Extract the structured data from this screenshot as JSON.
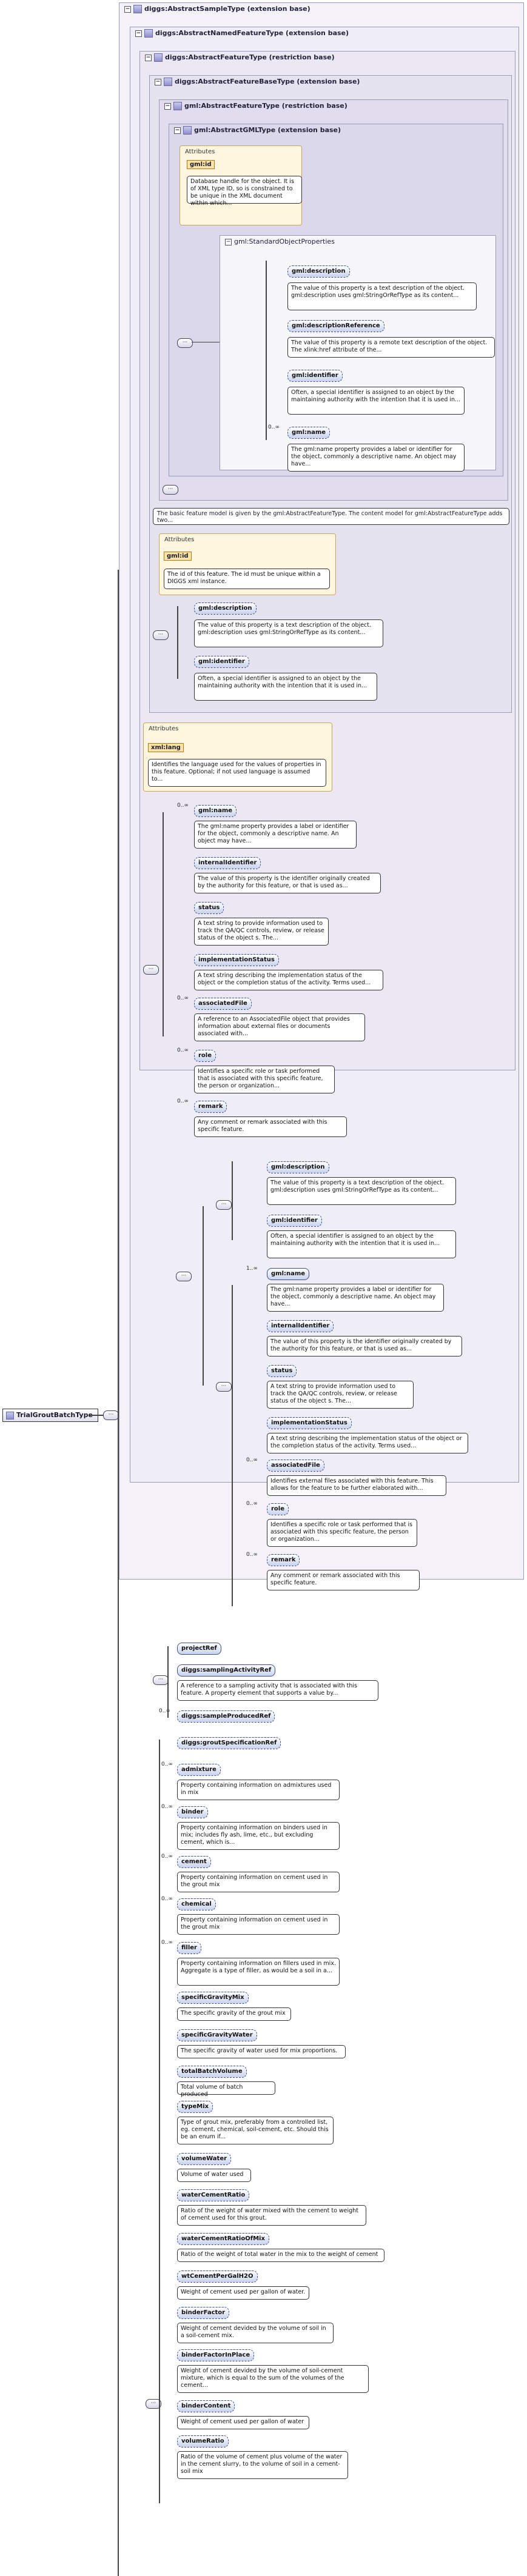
{
  "root": {
    "label": "TrialGroutBatchType"
  },
  "frames": [
    {
      "label": "diggs:AbstractSampleType (extension base)"
    },
    {
      "label": "diggs:AbstractNamedFeatureType (extension base)"
    },
    {
      "label": "diggs:AbstractFeatureType (restriction base)"
    },
    {
      "label": "diggs:AbstractFeatureBaseType (extension base)"
    },
    {
      "label": "gml:AbstractFeatureType (restriction base)"
    },
    {
      "label": "gml:AbstractGMLType (extension base)"
    }
  ],
  "attributes_label": "Attributes",
  "gml_block": {
    "attr": "gml:id",
    "attr_desc": "Database handle for the object. It is of XML type ID, so is constrained to be unique in the XML document within which...",
    "group": "gml:StandardObjectProperties",
    "items": [
      {
        "name": "gml:description",
        "desc": "The value of this property is a text description of the object. gml:description uses gml:StringOrRefType as its content..."
      },
      {
        "name": "gml:descriptionReference",
        "desc": "The value of this property is a remote text description of the object. The xlink:href attribute of the..."
      },
      {
        "name": "gml:identifier",
        "desc": "Often, a special identifier is assigned to an object by the maintaining authority with the intention that it is used in..."
      },
      {
        "name": "gml:name",
        "mult": "0..∞",
        "desc": "The gml:name property provides a label or identifier for the object, commonly a descriptive name. An object may have..."
      }
    ]
  },
  "feature_note": "The basic feature model is given by the gml:AbstractFeatureType. The content model for gml:AbstractFeatureType adds two...",
  "feature_block": {
    "attr": "gml:id",
    "attr_desc": "The id of this feature. The id must be unique within a DIGGS xml instance.",
    "items": [
      {
        "name": "gml:description",
        "desc": "The value of this property is a text description of the object. gml:description uses gml:StringOrRefType as its content..."
      },
      {
        "name": "gml:identifier",
        "desc": "Often, a special identifier is assigned to an object by the maintaining authority with the intention that it is used in..."
      }
    ]
  },
  "base_block": {
    "attr": "xml:lang",
    "attr_desc": "Identifies the language used for the values of properties in this feature. Optional; if not used language is assumed to...",
    "items": [
      {
        "name": "gml:name",
        "mult": "0..∞",
        "desc": "The gml:name property provides a label or identifier for the object, commonly a descriptive name. An object may have..."
      },
      {
        "name": "internalIdentifier",
        "desc": "The value of this property is the identifier originally created by the authority for this feature, or that is used as..."
      },
      {
        "name": "status",
        "desc": "A text string to provide information used to track the QA/QC controls, review, or release status of the object s. The..."
      },
      {
        "name": "implementationStatus",
        "desc": "A text string describing the implementation status of the object or the completion status of the activity. Terms used..."
      },
      {
        "name": "associatedFile",
        "mult": "0..∞",
        "desc": "A reference to an AssociatedFile object that provides information about external files or documents associated with..."
      },
      {
        "name": "role",
        "mult": "0..∞",
        "desc": "Identifies a specific role or task performed that is associated with this specific feature, the person or organization..."
      },
      {
        "name": "remark",
        "mult": "0..∞",
        "desc": "Any comment or remark associated with this specific feature."
      }
    ]
  },
  "named_block": {
    "items": [
      {
        "name": "gml:description",
        "desc": "The value of this property is a text description of the object. gml:description uses gml:StringOrRefType as its content..."
      },
      {
        "name": "gml:identifier",
        "desc": "Often, a special identifier is assigned to an object by the maintaining authority with the intention that it is used in..."
      },
      {
        "name": "gml:name",
        "mult": "1..∞",
        "desc": "The gml:name property provides a label or identifier for the object, commonly a descriptive name. An object may have..."
      },
      {
        "name": "internalIdentifier",
        "desc": "The value of this property is the identifier originally created by the authority for this feature, or that is used as..."
      },
      {
        "name": "status",
        "desc": "A text string to provide information used to track the QA/QC controls, review, or release status of the object s. The..."
      },
      {
        "name": "implementationStatus",
        "desc": "A text string describing the implementation status of the object or the completion status of the activity. Terms used..."
      },
      {
        "name": "associatedFile",
        "mult": "0..∞",
        "desc": "Identifies external files associated with this feature. This allows for the feature to be further elaborated with..."
      },
      {
        "name": "role",
        "mult": "0..∞",
        "desc": "Identifies a specific role or task performed that is associated with this specific feature, the person or organization..."
      },
      {
        "name": "remark",
        "mult": "0..∞",
        "desc": "Any comment or remark associated with this specific feature."
      }
    ]
  },
  "sample_block": {
    "items": [
      {
        "name": "projectRef",
        "desc": ""
      },
      {
        "name": "diggs:samplingActivityRef",
        "desc": "A reference to a sampling activity that is associated with this feature. A property element that supports a value by..."
      },
      {
        "name": "diggs:sampleProducedRef",
        "mult": "0..∞",
        "desc": ""
      }
    ]
  },
  "own_block": {
    "items": [
      {
        "name": "diggs:groutSpecificationRef",
        "desc": ""
      },
      {
        "name": "admixture",
        "mult": "0..∞",
        "desc": "Property containing information on admixtures used in mix"
      },
      {
        "name": "binder",
        "mult": "0..∞",
        "desc": "Property containing information on binders used in mix; includes fly ash, lime, etc., but excluding cement, which is..."
      },
      {
        "name": "cement",
        "mult": "0..∞",
        "desc": "Property containing information on cement used in the grout mix"
      },
      {
        "name": "chemical",
        "mult": "0..∞",
        "desc": "Property containing information on cement used in the grout mix"
      },
      {
        "name": "filler",
        "mult": "0..∞",
        "desc": "Property containing information on fillers used in mix. Aggregate is a type of filler, as would be a soil in a..."
      },
      {
        "name": "specificGravityMix",
        "desc": "The specific gravity of the grout mix"
      },
      {
        "name": "specificGravityWater",
        "desc": "The specific gravity of water used for mix proportions."
      },
      {
        "name": "totalBatchVolume",
        "desc": "Total volume of batch produced"
      },
      {
        "name": "typeMix",
        "desc": "Type of grout mix, preferably from a controlled list, eg. cement, chemical, soil-cement, etc. Should this be an enum if..."
      },
      {
        "name": "volumeWater",
        "desc": "Volume of water used"
      },
      {
        "name": "waterCementRatio",
        "desc": "Ratio of the weight of water mixed with the cement to weight of cement used for this grout."
      },
      {
        "name": "waterCementRatioOfMix",
        "desc": "Ratio of the weight of total water in the mix to the weight of cement"
      },
      {
        "name": "wtCementPerGalH2O",
        "desc": "Weight of cement used per gallon of water."
      },
      {
        "name": "binderFactor",
        "desc": "Weight of cement devided by the volume of soil in a soil-cement mix."
      },
      {
        "name": "binderFactorInPlace",
        "desc": "Weight of cement devided by the volume of soil-cement mixture, which is equal to the sum of the volumes of the cement..."
      },
      {
        "name": "binderContent",
        "desc": "Weight of cement used per gallon of water"
      },
      {
        "name": "volumeRatio",
        "desc": "Ratio of the volume of cement plus volume of the water in the cement slurry, to the volume of soil in a cement-soil mix"
      }
    ]
  }
}
